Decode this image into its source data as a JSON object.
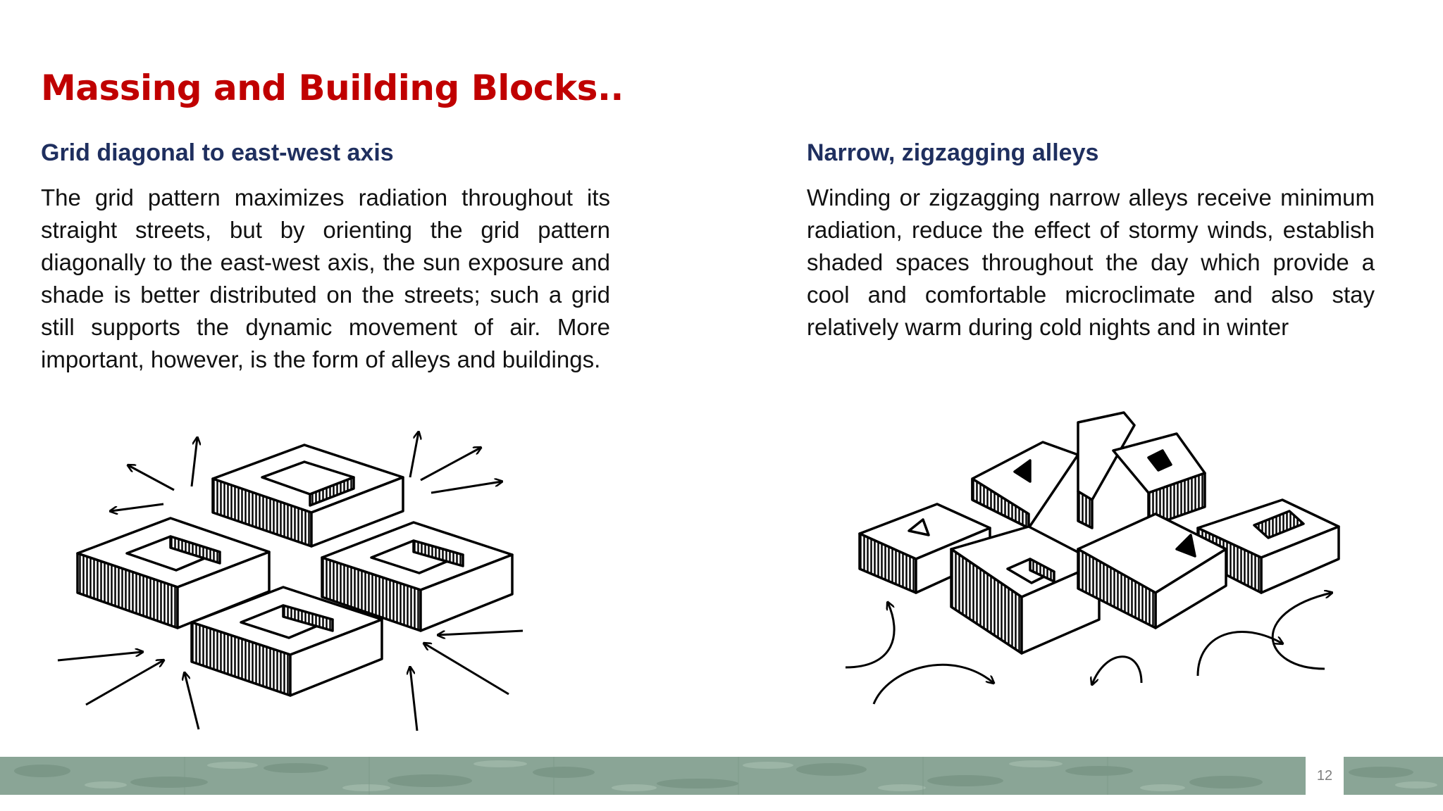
{
  "slide": {
    "title": "Massing and Building Blocks..",
    "left": {
      "heading": "Grid diagonal to east-west axis",
      "text": "The grid pattern maximizes radiation throughout its straight streets, but by orienting the grid pattern diagonally to the east-west axis, the sun exposure and shade is better distributed on the streets; such a grid still supports the dynamic movement of air. More important, however, is the form of alleys and buildings.",
      "figure_icon": "diagonal-grid-courtyard-blocks-sketch"
    },
    "right": {
      "heading": "Narrow, zigzagging alleys",
      "text": "Winding or zigzagging narrow alleys receive minimum radiation, reduce the effect of stormy winds, establish shaded spaces throughout the day which provide a cool and comfortable microclimate and also stay relatively warm during cold nights and in winter",
      "figure_icon": "zigzag-alley-blocks-sketch"
    },
    "footer": {
      "page_number": "12",
      "band_color": "#8aa596"
    },
    "colors": {
      "title": "#c00000",
      "heading": "#1f2f5f",
      "body": "#111111"
    }
  }
}
